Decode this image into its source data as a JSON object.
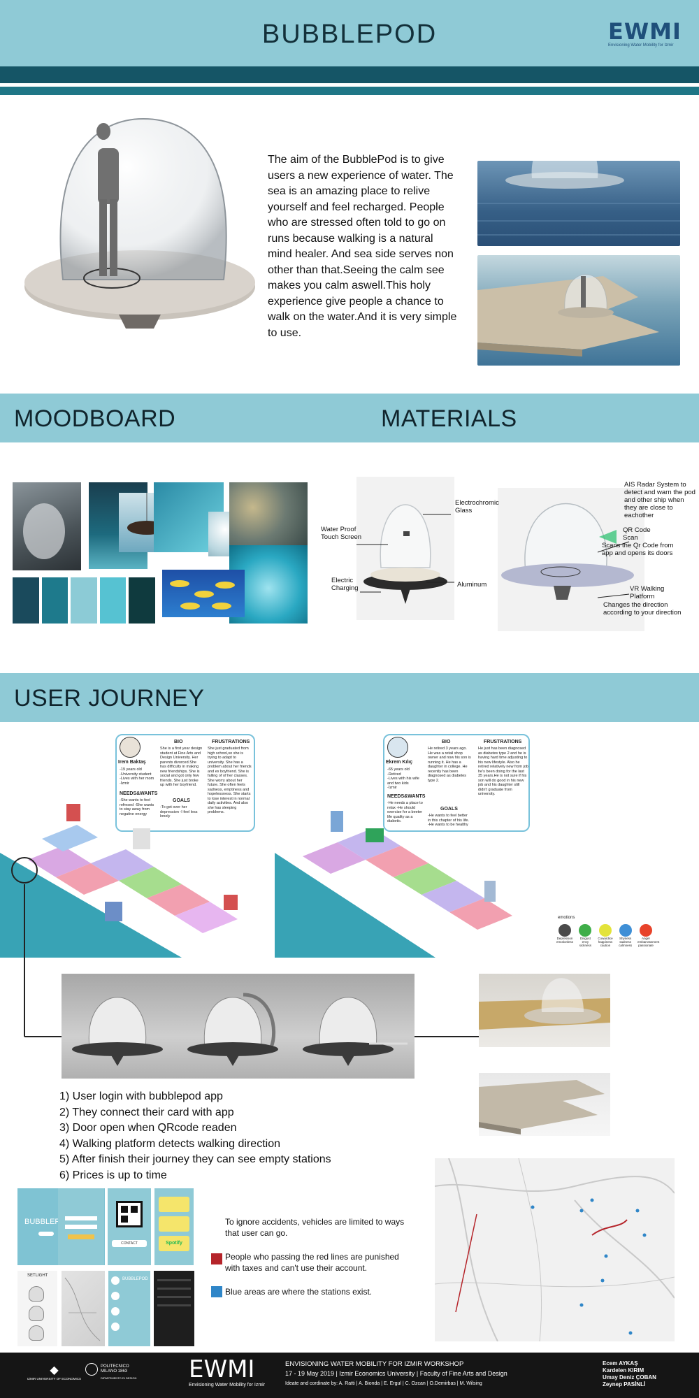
{
  "header": {
    "title": "BUBBLEPOD",
    "logo_mark": "EWMI",
    "logo_subtitle": "Envisioning Water Mobility for Izmir"
  },
  "intro": {
    "text": "The aim of the BubblePod is to give users a new experience of water. The sea is an amazing place to relive yourself and feel recharged. People who are stressed often told to go on runs because walking is a natural mind healer.  And sea side serves non other than that.Seeing the calm see makes you calm aswell.This holy experience give people a chance to walk on the water.And it is very simple to use."
  },
  "sections": {
    "moodboard": "MOODBOARD",
    "materials": "MATERIALS",
    "journey": "USER JOURNEY"
  },
  "moodboard": {
    "swatches": [
      "#1a4a5c",
      "#1e7a8c",
      "#8ccbd6",
      "#56c2d2",
      "#0f3a3e"
    ]
  },
  "materials": {
    "labels": {
      "electrochromic": "Electrochromic Glass",
      "touch": "Water Proof Touch Screen",
      "charging": "Electric Charging",
      "aluminum": "Aluminum",
      "ais": "AIS Radar System to detect and warn the pod and other ship when they are close to eachother",
      "qr": "QR Code Scan",
      "qr_desc": "Scans the Qr Code from app and opens its doors",
      "vr": "VR Walking Platform",
      "vr_desc": "Changes the direction according to your direction"
    }
  },
  "journey": {
    "persona1": {
      "name": "Irem Baktaş",
      "details": [
        "-19 years old",
        "-University student",
        "-Lives with her mom",
        "-İzmir"
      ],
      "needs_title": "NEEDS&WANTS",
      "needs": "-She wants to feel refresed -She wants to stay away from negative energy",
      "bio_title": "BIO",
      "bio": "She is a first year design student at Fine Arts and Design University. Her parents divorced.She has difficulty in making new friendships. She is social and got only few friends. She just broke up with her boyfriend.",
      "goals_title": "GOALS",
      "goals": "-To get over her depression -I feel less lonely",
      "frus_title": "FRUSTRATIONS",
      "frus": "She just graduated from high school,so she is trying to adapt to university. She has a problem about her friends and ex boyfriend. She is falling of of her classes. She worry about her future. She often feels sadness, emptiness and hopelessness. She starts to lose interest in normal daily activities. And also she has sleeping problems."
    },
    "persona2": {
      "name": "Ekrem Kılıç",
      "details": [
        "-65 years old",
        "-Retired",
        "-Lives with his wife and two kids",
        "-İzmir"
      ],
      "needs_title": "NEEDS&WANTS",
      "needs": "-He needs a place to relax -He should exercise for a beeter life quality as a diabetic.",
      "bio_title": "BIO",
      "bio": "He retired 3 years ago. He was a retail shop owner and now his son is running it. He has a daughter in college. He recently has been diagnosed as diabetes type 2.",
      "goals_title": "GOALS",
      "goals": "-He wants to feel better in this chapter of his life. -He wants to be healthy",
      "frus_title": "FRUSTRATIONS",
      "frus": "He just has been diagnosed as diabetes type 2 and he is having hard time adjusting to his new lifestyle. Also he retired relatively new from job he's been doing for the last 35 years.He is not sure if his son will do good in his new job and his daughter still didn't graduate from university."
    },
    "emotions": {
      "title": "emotions",
      "items": [
        {
          "label": "Depression emotionless",
          "color": "#4a4a4a"
        },
        {
          "label": "Disgust envy sickness",
          "color": "#3fae49"
        },
        {
          "label": "Cowardice happiness caution",
          "color": "#e3e33a"
        },
        {
          "label": "Shyness sadness calmness",
          "color": "#3f8fd6"
        },
        {
          "label": "Anger embarrassment passionate",
          "color": "#e8432a"
        }
      ]
    },
    "steps": [
      "1)  User login with bubblepod app",
      "2) They connect their card with app",
      "3) Door open when QRcode readen",
      "4) Walking platform detects walking direction",
      "5) After finish their journey they can see empty stations",
      "6) Prices is up to time"
    ],
    "app": {
      "brand": "BUBBLEPOD",
      "setlight": "SETLIGHT",
      "spotify": "Spotify",
      "contact": "CONTACT",
      "screen_brand": "BUBBLEPOD"
    },
    "rules": {
      "intro": "To ignore accidents, vehicles are limited to ways that user can go.",
      "red": "People who passing the red lines are punished with taxes and can't use their account.",
      "blue": "Blue areas are where the stations exist.",
      "red_color": "#b5242a",
      "blue_color": "#2f86c8"
    }
  },
  "footer": {
    "uni1": "IZMIR UNIVERSITY OF ECONOMICS",
    "uni2": "POLITECNICO MILANO 1863",
    "uni2_sub": "DIPARTIMENTO DI DESIGN",
    "logo_mark": "EWMI",
    "logo_sub": "Envisioning Water Mobility for Izmir",
    "title": "ENVISIONING WATER MOBILITY FOR IZMIR WORKSHOP",
    "dates": "17 - 19 May 2019 | Izmir Economics University | Faculty of Fine Arts and Design",
    "credits": "Ideate and cordinate by: A. Ratti | A. Bionda | E. Ergul | C. Ozcan | O.Demirbas | M. Wilsing",
    "authors": [
      "Ecem AYKAŞ",
      "Kardelen KIRIM",
      "Umay Deniz ÇOBAN",
      "Zeynep PASİNLİ"
    ]
  }
}
